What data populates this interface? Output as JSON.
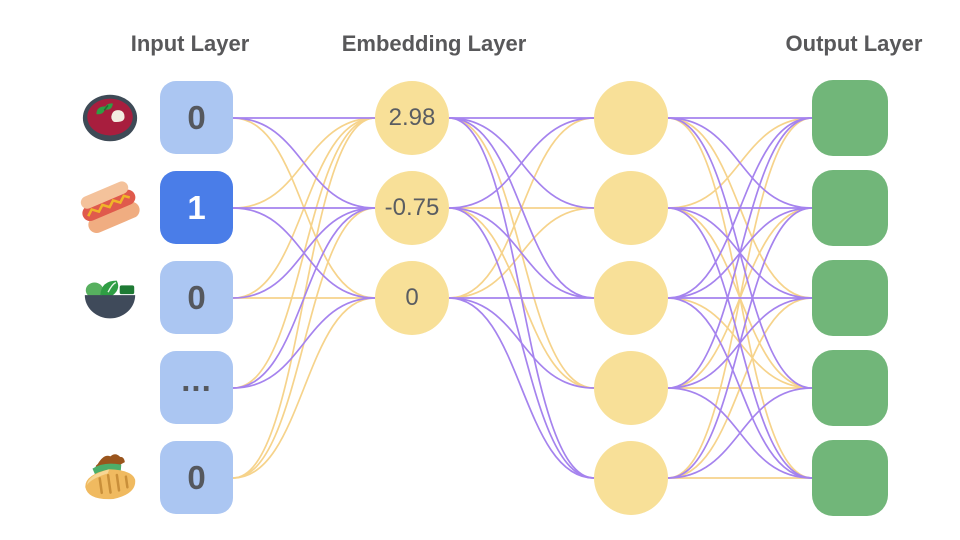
{
  "titles": {
    "input": "Input Layer",
    "embedding": "Embedding Layer",
    "output": "Output Layer"
  },
  "colors": {
    "input_box": "#abc6f2",
    "input_box_active": "#4a7de8",
    "embedding_circle": "#f8e098",
    "output_box": "#71b679",
    "edge_purple": "#a583ee",
    "edge_yellow": "#f6d38b",
    "title_text": "#58585a",
    "value_text": "#55585e",
    "value_text_active": "#ffffff",
    "embedding_text": "#5a5d62"
  },
  "input_nodes": [
    {
      "icon": "soup-icon",
      "value": "0",
      "active": false
    },
    {
      "icon": "hotdog-icon",
      "value": "1",
      "active": true
    },
    {
      "icon": "salad-icon",
      "value": "0",
      "active": false
    },
    {
      "icon": "",
      "value": "...",
      "active": false
    },
    {
      "icon": "pita-icon",
      "value": "0",
      "active": false
    }
  ],
  "embedding_nodes": [
    "2.98",
    "-0.75",
    "0"
  ],
  "hidden_node_count": 5,
  "output_node_count": 5,
  "connections": {
    "input_to_embedding": [
      [
        "purple",
        "purple",
        "yellow"
      ],
      [
        "yellow",
        "purple",
        "purple"
      ],
      [
        "yellow",
        "purple",
        "yellow"
      ],
      [
        "yellow",
        "purple",
        "purple"
      ],
      [
        "yellow",
        "yellow",
        "yellow"
      ]
    ],
    "embedding_to_hidden": [
      [
        "purple",
        "purple",
        "purple",
        "yellow",
        "purple"
      ],
      [
        "purple",
        "yellow",
        "purple",
        "yellow",
        "purple"
      ],
      [
        "yellow",
        "yellow",
        "purple",
        "purple",
        "purple"
      ]
    ],
    "hidden_to_output": [
      [
        "purple",
        "purple",
        "yellow",
        "purple",
        "yellow"
      ],
      [
        "yellow",
        "purple",
        "purple",
        "yellow",
        "purple"
      ],
      [
        "purple",
        "purple",
        "purple",
        "yellow",
        "purple"
      ],
      [
        "purple",
        "yellow",
        "purple",
        "yellow",
        "purple"
      ],
      [
        "yellow",
        "purple",
        "yellow",
        "purple",
        "yellow"
      ]
    ]
  }
}
